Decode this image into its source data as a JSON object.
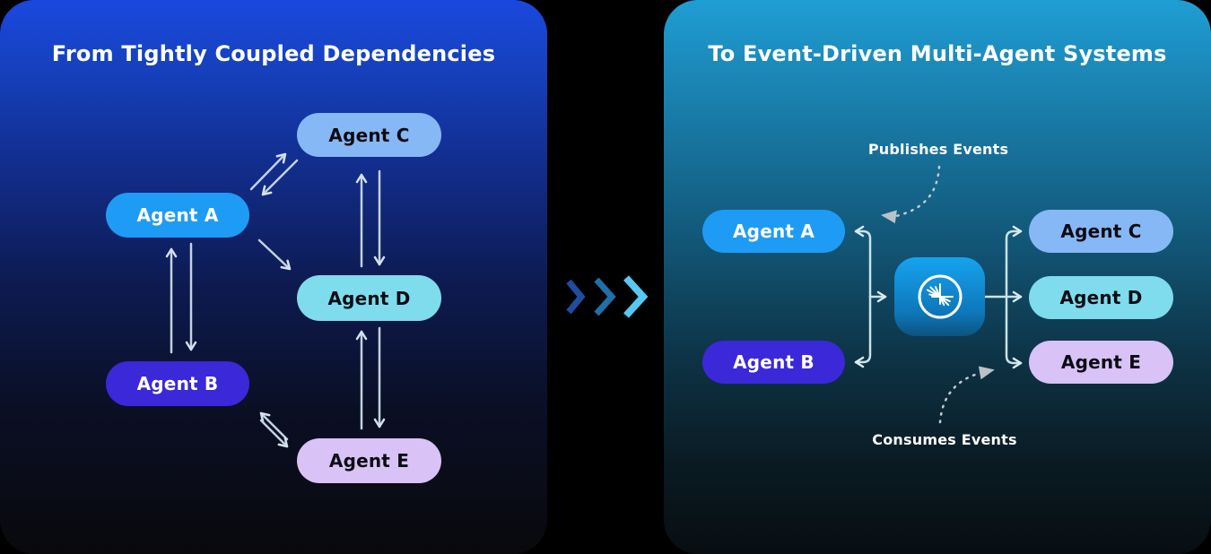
{
  "left_panel": {
    "title": "From Tightly Coupled Dependencies",
    "description": "tightly coupled agents with point-to-point bidirectional arrows",
    "agents": {
      "a": {
        "label": "Agent A",
        "color": "#1e9bf5"
      },
      "b": {
        "label": "Agent B",
        "color": "#3b28d8"
      },
      "c": {
        "label": "Agent C",
        "color": "#85b8f5"
      },
      "d": {
        "label": "Agent D",
        "color": "#7edcec"
      },
      "e": {
        "label": "Agent E",
        "color": "#d9c2f5"
      }
    }
  },
  "right_panel": {
    "title": "To Event-Driven Multi-Agent Systems",
    "annotations": {
      "publishes": "Publishes Events",
      "consumes": "Consumes Events"
    },
    "broker": {
      "icon": "confluent-burst-icon",
      "top_color": "#17a3ef",
      "bottom_color": "#0d77ba"
    },
    "agents": {
      "a": {
        "label": "Agent A",
        "color": "#1e9bf5"
      },
      "b": {
        "label": "Agent B",
        "color": "#3b28d8"
      },
      "c": {
        "label": "Agent C",
        "color": "#85b8f5"
      },
      "d": {
        "label": "Agent D",
        "color": "#7edcec"
      },
      "e": {
        "label": "Agent E",
        "color": "#d9c2f5"
      }
    }
  },
  "transition_chevrons": {
    "colors": [
      "#1f4ea0",
      "#1f6fa8",
      "#56c8f2"
    ]
  },
  "theme": {
    "page_background": "#000000",
    "left_panel_gradient_top": "#1a48de",
    "left_panel_gradient_bottom": "#09090c",
    "right_panel_gradient_top": "#1f9ed4",
    "right_panel_gradient_bottom": "#070e12",
    "connector_color": "#c9d8e4",
    "dashed_annotation_color": "#c4cbd2",
    "title_text_color": "#ffffff"
  }
}
